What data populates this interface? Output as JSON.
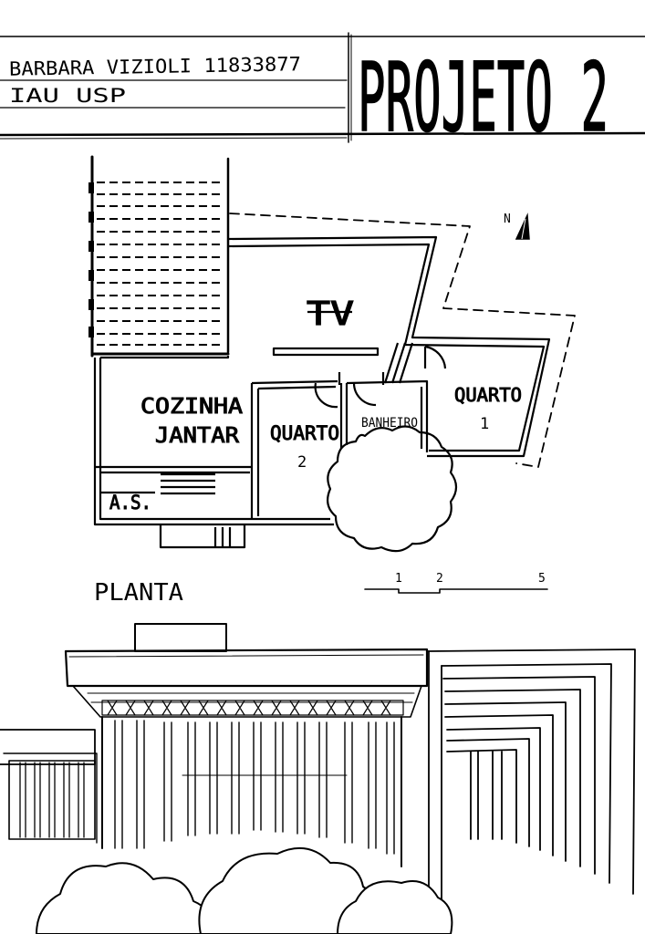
{
  "title_block": {
    "author": "BARBARA VIZIOLI 11833877",
    "school": "IAU USP",
    "project": "PROJETO 2"
  },
  "floor_plan": {
    "north_label": "N",
    "rooms": {
      "tv": "TV",
      "kitchen_line1": "COZINHA",
      "kitchen_line2": "JANTAR",
      "bedroom2_name": "QUARTO",
      "bedroom2_number": "2",
      "bathroom": "BANHEIRO",
      "bedroom1_name": "QUARTO",
      "bedroom1_number": "1",
      "service_area": "A.S."
    },
    "scale_bar": {
      "tick_1": "1",
      "tick_2": "2",
      "tick_5": "5"
    },
    "caption": "PLANTA"
  }
}
